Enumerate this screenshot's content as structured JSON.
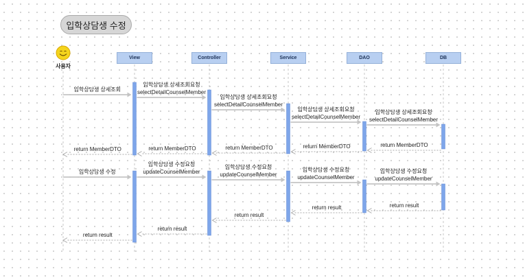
{
  "title": "입학상담생 수정",
  "actor": {
    "name": "사용자",
    "icon": "smiley-face-icon"
  },
  "lanes": [
    "View",
    "Controller",
    "Service",
    "DAO",
    "DB"
  ],
  "colors": {
    "lane_header": "#b8cff1",
    "activation": "#7fa6ea",
    "arrow": "#c4c4c4",
    "return_arrow": "#a9a9a9",
    "title_badge": "#d6d6d6",
    "actor_face": "#f4d41d"
  },
  "messages": [
    {
      "from": "actor",
      "to": "View",
      "type": "call",
      "lines": [
        "입학상담생 상세조회"
      ]
    },
    {
      "from": "View",
      "to": "Controller",
      "type": "call",
      "lines": [
        "입학상담생 상세조회요청",
        "selectDetailCounselMember"
      ]
    },
    {
      "from": "Controller",
      "to": "Service",
      "type": "call",
      "lines": [
        "입학상담생 상세조회요청",
        "selectDetailCounselMember"
      ]
    },
    {
      "from": "Service",
      "to": "DAO",
      "type": "call",
      "lines": [
        "입학상담생 상세조회요청",
        "selectDetailCounselMember"
      ]
    },
    {
      "from": "DAO",
      "to": "DB",
      "type": "call",
      "lines": [
        "입학상담생 상세조회요청",
        "selectDetailCounselMember"
      ]
    },
    {
      "from": "DB",
      "to": "DAO",
      "type": "return",
      "lines": [
        "return MemberDTO"
      ]
    },
    {
      "from": "DAO",
      "to": "Service",
      "type": "return",
      "lines": [
        "return  MemberDTO"
      ]
    },
    {
      "from": "Service",
      "to": "Controller",
      "type": "return",
      "lines": [
        "return MemberDTO"
      ]
    },
    {
      "from": "Controller",
      "to": "View",
      "type": "return",
      "lines": [
        "return  MemberDTO"
      ]
    },
    {
      "from": "View",
      "to": "actor",
      "type": "return",
      "lines": [
        "return MemberDTO"
      ]
    },
    {
      "from": "actor",
      "to": "View",
      "type": "call",
      "lines": [
        "입학상담생 수정"
      ]
    },
    {
      "from": "View",
      "to": "Controller",
      "type": "call",
      "lines": [
        "입학상담생 수정요청",
        "updateCounselMember"
      ]
    },
    {
      "from": "Controller",
      "to": "Service",
      "type": "call",
      "lines": [
        "입학상담생 수정요청",
        "updateCounselMember"
      ]
    },
    {
      "from": "Service",
      "to": "DAO",
      "type": "call",
      "lines": [
        "입학상담생 수정요청",
        "updateCounselMember"
      ]
    },
    {
      "from": "DAO",
      "to": "DB",
      "type": "call",
      "lines": [
        "입학상담생 수정요청",
        "updateCounselMember"
      ]
    },
    {
      "from": "DB",
      "to": "DAO",
      "type": "return",
      "lines": [
        "return result"
      ]
    },
    {
      "from": "DAO",
      "to": "Service",
      "type": "return",
      "lines": [
        "return result"
      ]
    },
    {
      "from": "Service",
      "to": "Controller",
      "type": "return",
      "lines": [
        "return result"
      ]
    },
    {
      "from": "Controller",
      "to": "View",
      "type": "return",
      "lines": [
        "return result"
      ]
    },
    {
      "from": "View",
      "to": "actor",
      "type": "return",
      "lines": [
        "return result"
      ]
    }
  ]
}
